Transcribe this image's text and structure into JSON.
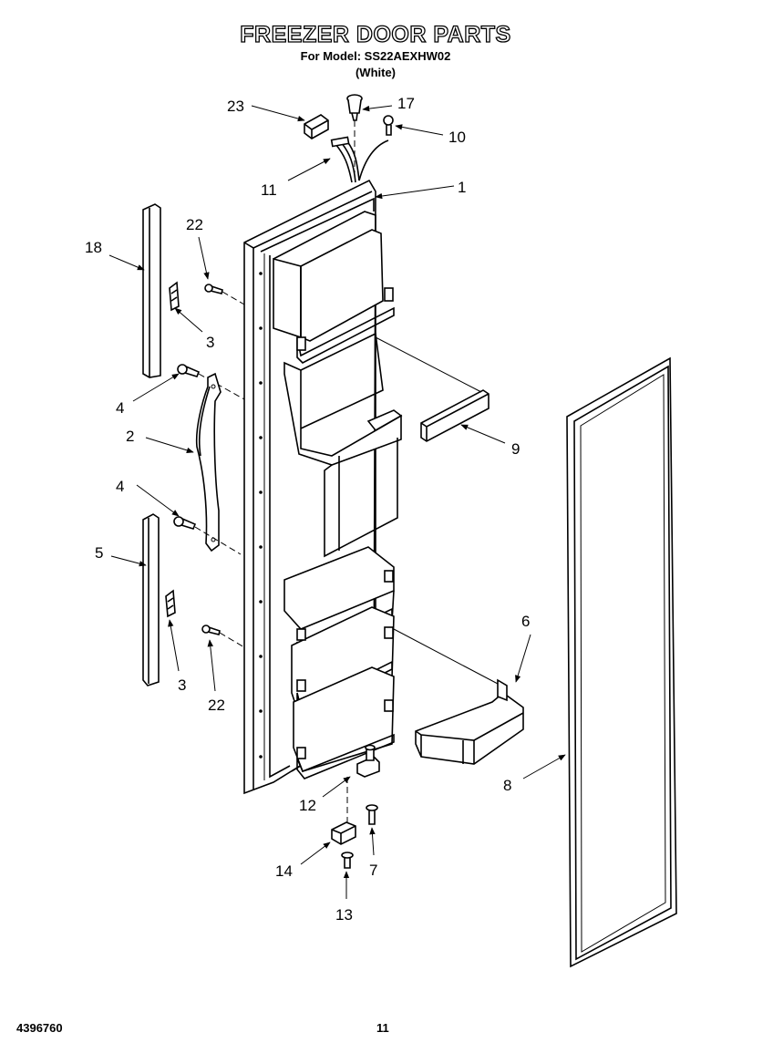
{
  "header": {
    "title": "FREEZER DOOR PARTS",
    "model_line": "For Model: SS22AEXHW02",
    "color_line": "(White)"
  },
  "footer": {
    "doc_number": "4396760",
    "page_number": "11"
  },
  "callouts": [
    {
      "id": "c23",
      "label": "23"
    },
    {
      "id": "c17",
      "label": "17"
    },
    {
      "id": "c10",
      "label": "10"
    },
    {
      "id": "c11",
      "label": "11"
    },
    {
      "id": "c1",
      "label": "1"
    },
    {
      "id": "c22a",
      "label": "22"
    },
    {
      "id": "c18",
      "label": "18"
    },
    {
      "id": "c3a",
      "label": "3"
    },
    {
      "id": "c4a",
      "label": "4"
    },
    {
      "id": "c2",
      "label": "2"
    },
    {
      "id": "c9",
      "label": "9"
    },
    {
      "id": "c4b",
      "label": "4"
    },
    {
      "id": "c5",
      "label": "5"
    },
    {
      "id": "c6",
      "label": "6"
    },
    {
      "id": "c3b",
      "label": "3"
    },
    {
      "id": "c22b",
      "label": "22"
    },
    {
      "id": "c8",
      "label": "8"
    },
    {
      "id": "c12",
      "label": "12"
    },
    {
      "id": "c7",
      "label": "7"
    },
    {
      "id": "c14",
      "label": "14"
    },
    {
      "id": "c13",
      "label": "13"
    }
  ]
}
